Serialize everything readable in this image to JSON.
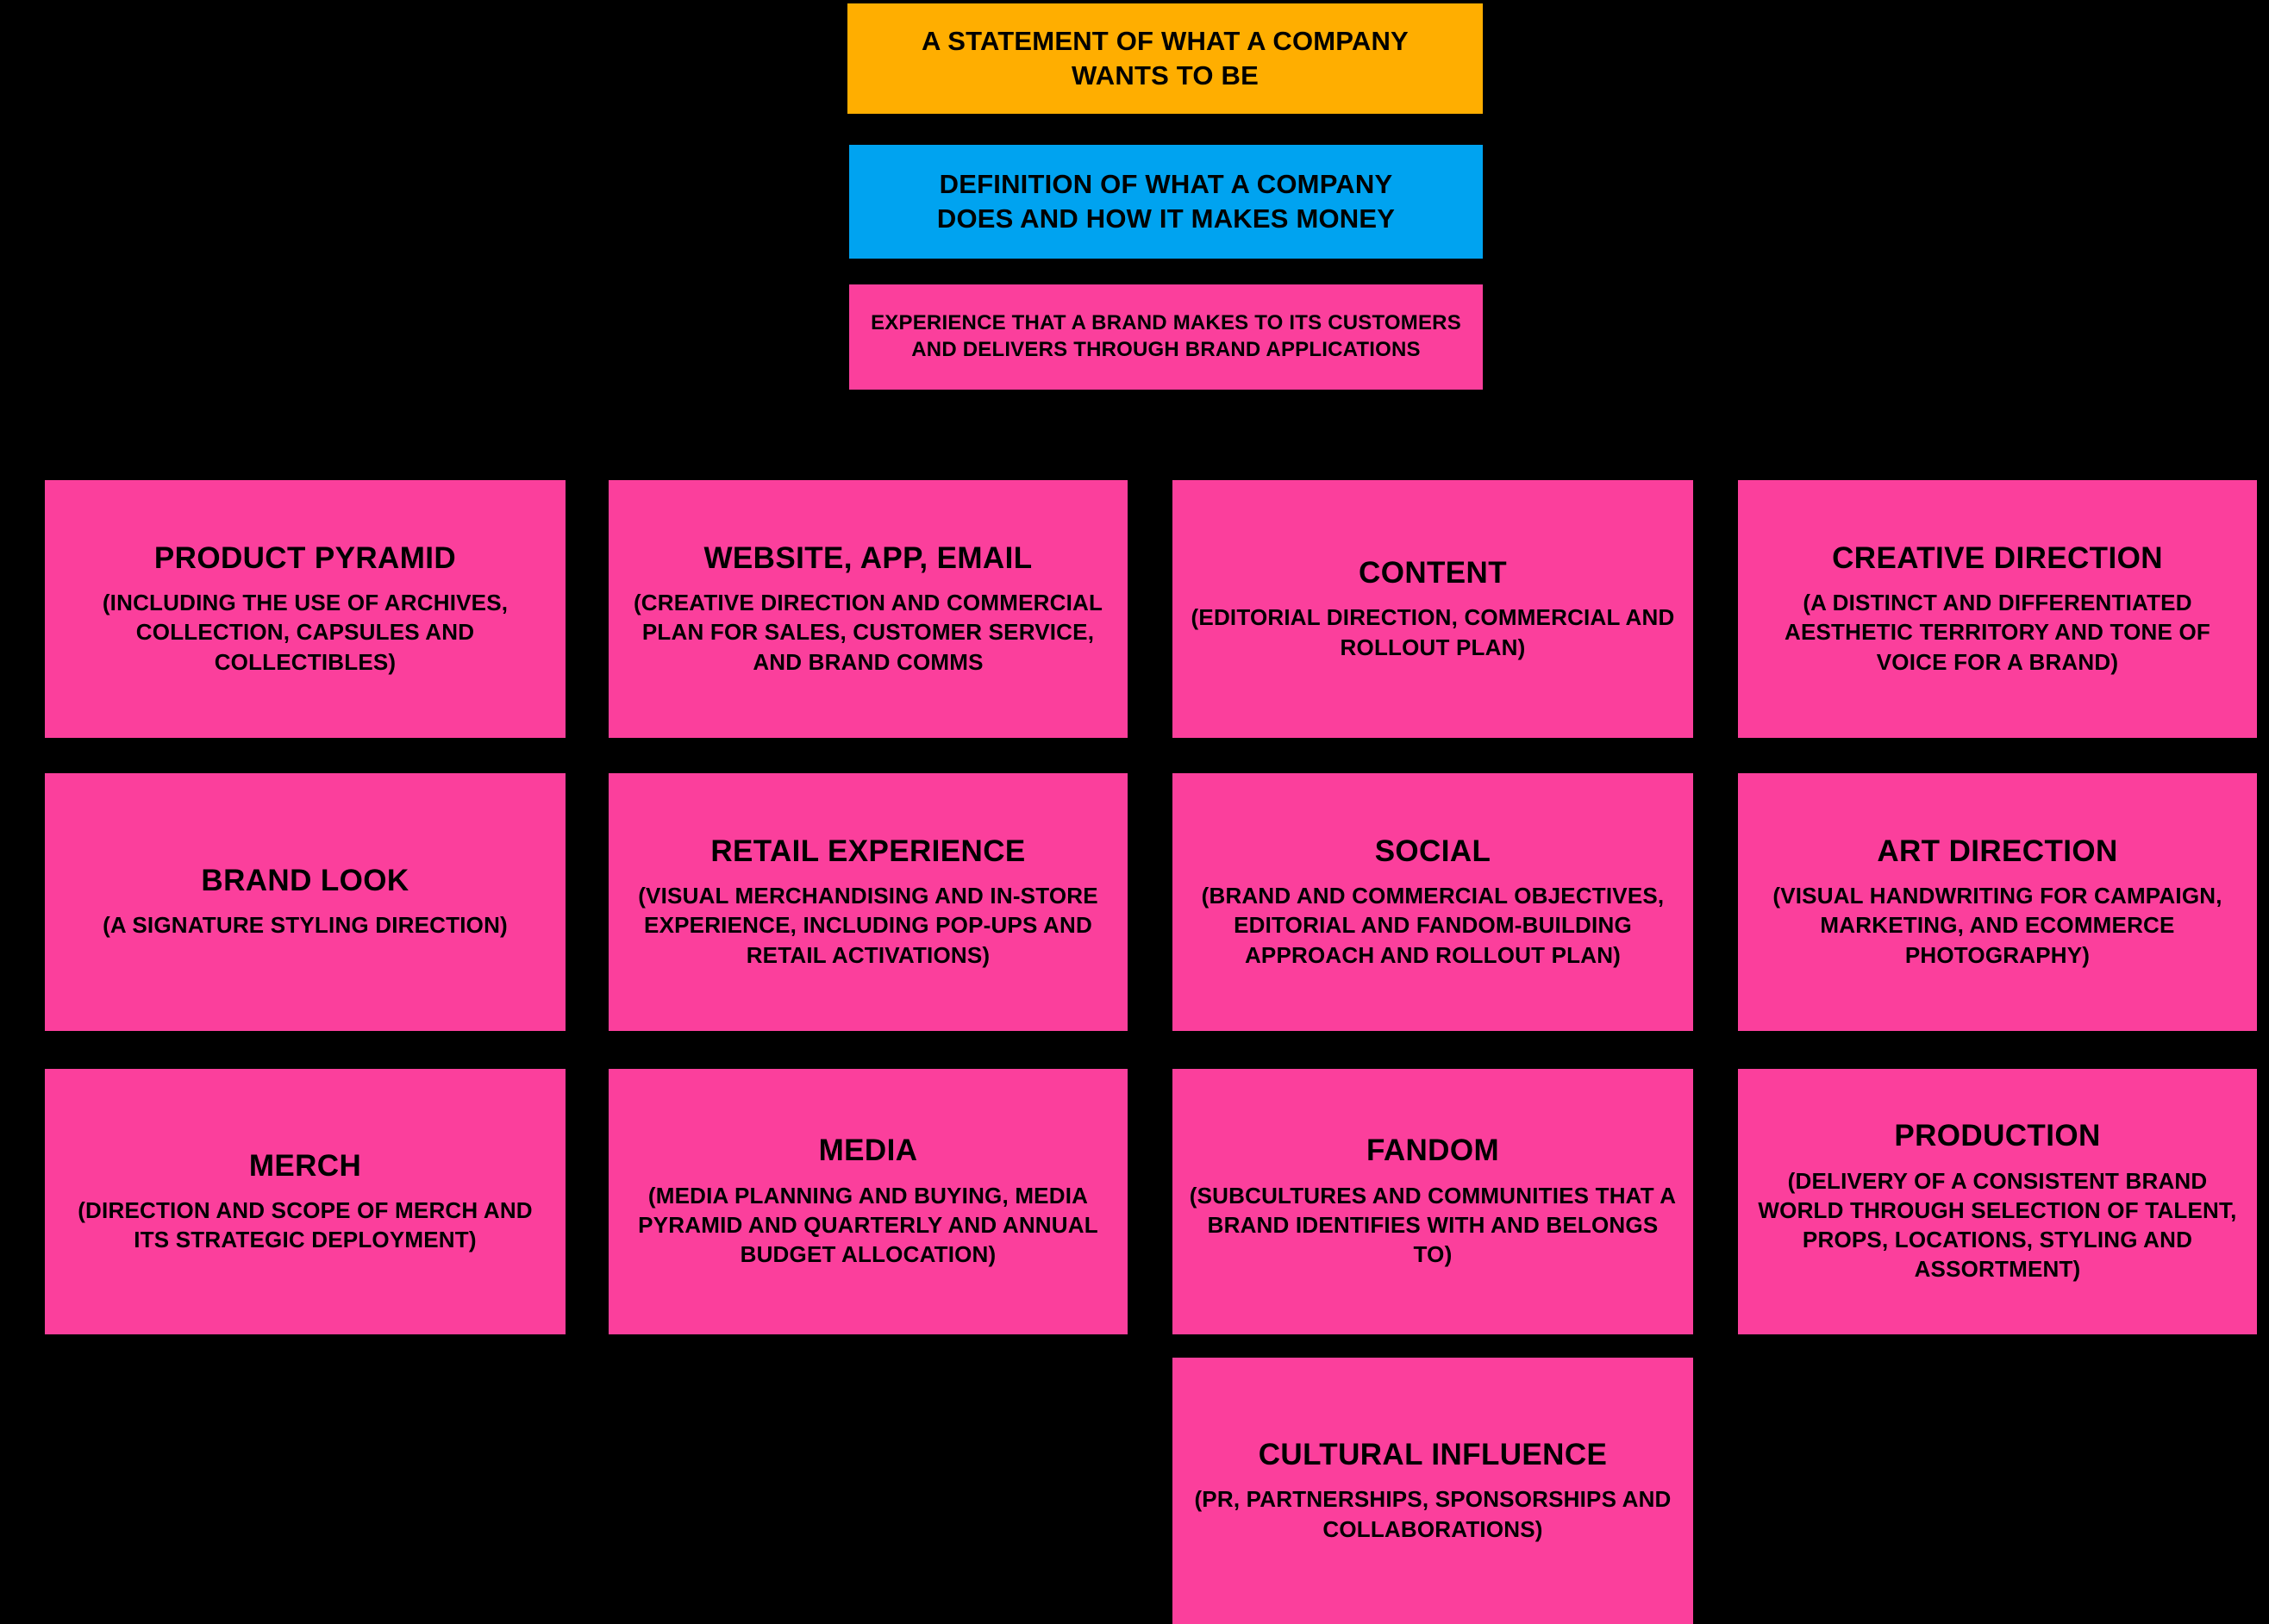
{
  "colors": {
    "background": "#000000",
    "vision": "#FFAE00",
    "mission": "#00A3F0",
    "promise": "#FB3F9C",
    "card": "#FB3F9C",
    "text": "#000000"
  },
  "top_stack": [
    {
      "key": "vision",
      "name": "vision-statement-box",
      "lines": [
        "A STATEMENT OF WHAT A COMPANY",
        "WANTS TO BE"
      ]
    },
    {
      "key": "mission",
      "name": "mission-definition-box",
      "lines": [
        "DEFINITION OF WHAT A COMPANY",
        "DOES AND HOW IT MAKES MONEY"
      ]
    },
    {
      "key": "promise",
      "name": "brand-promise-box",
      "lines": [
        "EXPERIENCE THAT A BRAND MAKES TO ITS CUSTOMERS",
        "AND DELIVERS THROUGH BRAND APPLICATIONS"
      ]
    }
  ],
  "grid": {
    "row1": [
      {
        "title": "PRODUCT PYRAMID",
        "subtitle": "(INCLUDING THE USE OF ARCHIVES, COLLECTION, CAPSULES AND COLLECTIBLES)"
      },
      {
        "title": "WEBSITE, APP, EMAIL",
        "subtitle": "(CREATIVE DIRECTION AND COMMERCIAL PLAN FOR SALES, CUSTOMER SERVICE, AND BRAND COMMS"
      },
      {
        "title": "CONTENT",
        "subtitle": "(EDITORIAL DIRECTION, COMMERCIAL AND ROLLOUT PLAN)"
      },
      {
        "title": "CREATIVE DIRECTION",
        "subtitle": "(A DISTINCT AND DIFFERENTIATED AESTHETIC TERRITORY AND TONE OF VOICE FOR A BRAND)"
      }
    ],
    "row2": [
      {
        "title": "BRAND LOOK",
        "subtitle": "(A SIGNATURE STYLING DIRECTION)"
      },
      {
        "title": "RETAIL EXPERIENCE",
        "subtitle": "(VISUAL MERCHANDISING AND IN-STORE EXPERIENCE, INCLUDING POP-UPS AND RETAIL ACTIVATIONS)"
      },
      {
        "title": "SOCIAL",
        "subtitle": "(BRAND AND COMMERCIAL OBJECTIVES, EDITORIAL AND FANDOM-BUILDING APPROACH AND ROLLOUT PLAN)"
      },
      {
        "title": "ART DIRECTION",
        "subtitle": "(VISUAL HANDWRITING FOR CAMPAIGN, MARKETING, AND ECOMMERCE PHOTOGRAPHY)"
      }
    ],
    "row3": [
      {
        "title": "MERCH",
        "subtitle": "(DIRECTION AND SCOPE OF MERCH AND ITS STRATEGIC DEPLOYMENT)"
      },
      {
        "title": "MEDIA",
        "subtitle": "(MEDIA PLANNING AND BUYING, MEDIA PYRAMID AND QUARTERLY AND ANNUAL BUDGET ALLOCATION)"
      },
      {
        "title": "FANDOM",
        "subtitle": "(SUBCULTURES AND COMMUNITIES THAT A BRAND IDENTIFIES WITH AND BELONGS TO)"
      },
      {
        "title": "PRODUCTION",
        "subtitle": "(DELIVERY OF A CONSISTENT BRAND WORLD THROUGH SELECTION OF TALENT, PROPS, LOCATIONS, STYLING AND ASSORTMENT)"
      }
    ],
    "row4": [
      {
        "title": "CULTURAL INFLUENCE",
        "subtitle": "(PR, PARTNERSHIPS, SPONSORSHIPS AND COLLABORATIONS)"
      }
    ]
  }
}
